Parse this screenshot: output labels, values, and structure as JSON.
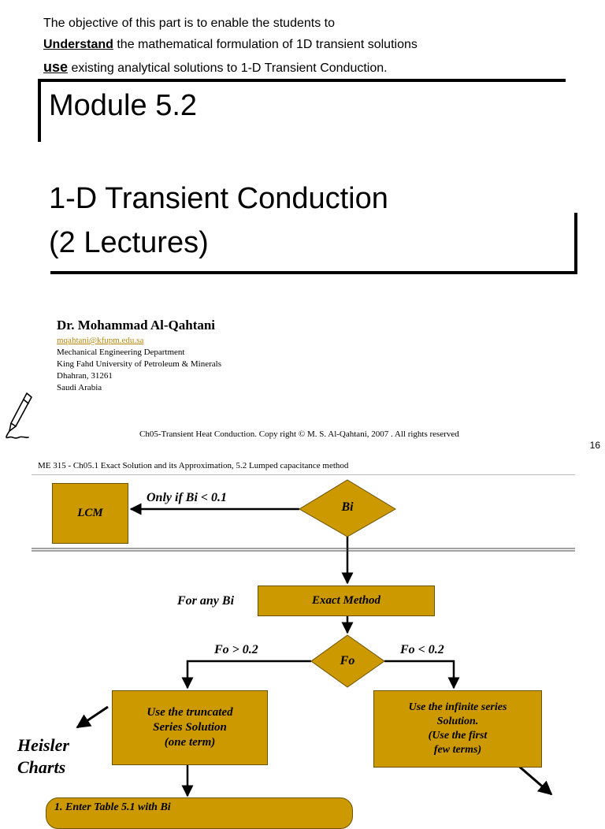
{
  "slide1": {
    "intro_line1": "The objective of this part is to enable the students to",
    "intro_kw1": "Understand",
    "intro_line2_rest": " the mathematical formulation of 1D transient solutions",
    "intro_kw2": "use",
    "intro_line3_rest": " existing analytical solutions to 1-D Transient Conduction.",
    "module_title": "Module 5.2",
    "topic_line1": "1-D Transient Conduction",
    "topic_line2": "(2 Lectures)",
    "author_name": "Dr. Mohammad Al-Qahtani",
    "author_email": "mqahtani@kfupm.edu.sa",
    "author_dept": "Mechanical  Engineering  Department",
    "author_univ": "King  Fahd University  of Petroleum  & Minerals",
    "author_city": "Dhahran,  31261",
    "author_country": "Saudi Arabia",
    "footer": "Ch05-Transient Heat Conduction. Copy right © M. S. Al-Qahtani, 2007 . All rights reserved",
    "page_number": "16"
  },
  "slide2": {
    "header": "ME 315 - Ch05.1 Exact  Solution  and its Approximation,   5.2 Lumped  capacitance  method",
    "box_lcm": "LCM",
    "label_only_if": "Only if Bi < 0.1",
    "diamond_bi": "Bi",
    "label_for_any_bi": "For any Bi",
    "box_exact": "Exact Method",
    "diamond_fo": "Fo",
    "label_fo_gt": "Fo > 0.2",
    "label_fo_lt": "Fo < 0.2",
    "box_truncated": [
      "Use the truncated",
      "Series Solution",
      "(one term)"
    ],
    "box_infinite": [
      "Use the infinite series",
      "Solution.",
      "(Use  the first",
      "few terms)"
    ],
    "heisler": [
      "Heisler",
      "Charts"
    ],
    "box_bottom_partial": "1.   Enter Table 5.1 with Bi"
  },
  "colors": {
    "box_fill": "#cc9900",
    "box_border": "#6b5200",
    "email": "#b8860b"
  }
}
